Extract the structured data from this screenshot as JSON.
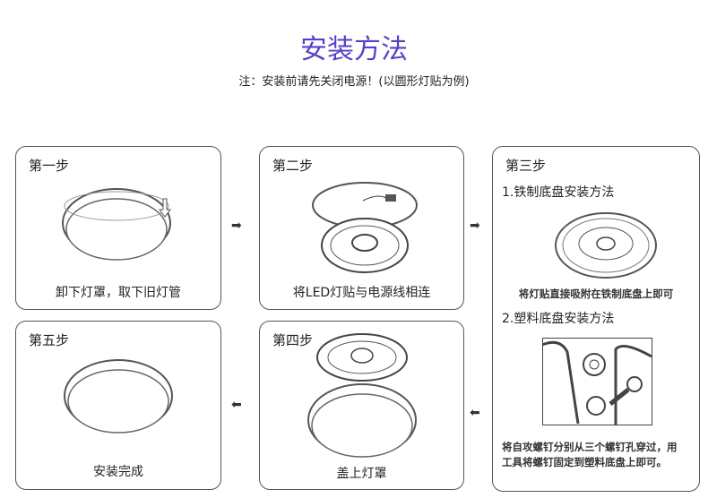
{
  "title": "安装方法",
  "note": "注：安装前请先关闭电源！(以圆形灯贴为例)",
  "steps": {
    "s1": {
      "label": "第一步",
      "caption": "卸下灯罩，取下旧灯管"
    },
    "s2": {
      "label": "第二步",
      "caption": "将LED灯贴与电源线相连"
    },
    "s3": {
      "label": "第三步",
      "m1_title": "1.铁制底盘安装方法",
      "m1_caption": "将灯贴直接吸附在铁制底盘上即可",
      "m2_title": "2.塑料底盘安装方法",
      "m2_desc_line1": "将自攻螺钉分别从三个螺钉孔穿过，用",
      "m2_desc_line2": "工具将螺钉固定到塑料底盘上即可。"
    },
    "s4": {
      "label": "第四步",
      "caption": "盖上灯罩"
    },
    "s5": {
      "label": "第五步",
      "caption": "安装完成"
    }
  }
}
